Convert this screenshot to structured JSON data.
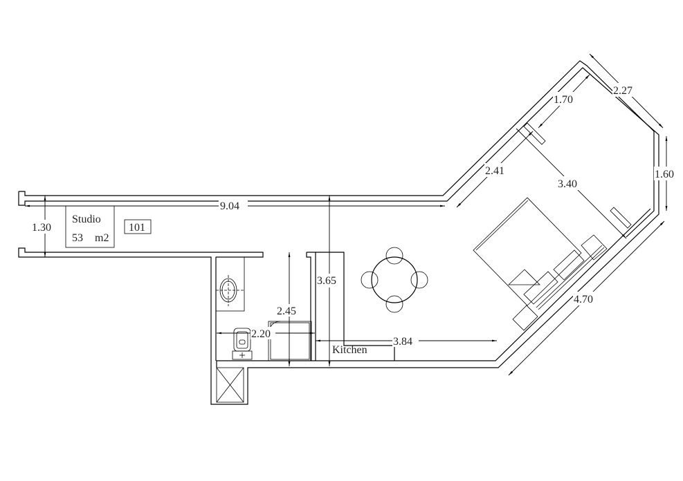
{
  "room": {
    "name": "Studio",
    "area": "53",
    "unit": "m2",
    "number": "101"
  },
  "labels": {
    "kitchen": "Kitchen"
  },
  "dimensions": {
    "overall_length": "9.04",
    "corridor_width": "1.30",
    "depth": "3.65",
    "bath_depth": "2.45",
    "bath_width": "2.20",
    "kitchen_length": "3.84",
    "diag_wall_a": "2.41",
    "diag_wall_b": "1.70",
    "corner_wall": "2.27",
    "bedroom_depth": "3.40",
    "end_wall": "1.60",
    "long_diag_wall": "4.70"
  }
}
